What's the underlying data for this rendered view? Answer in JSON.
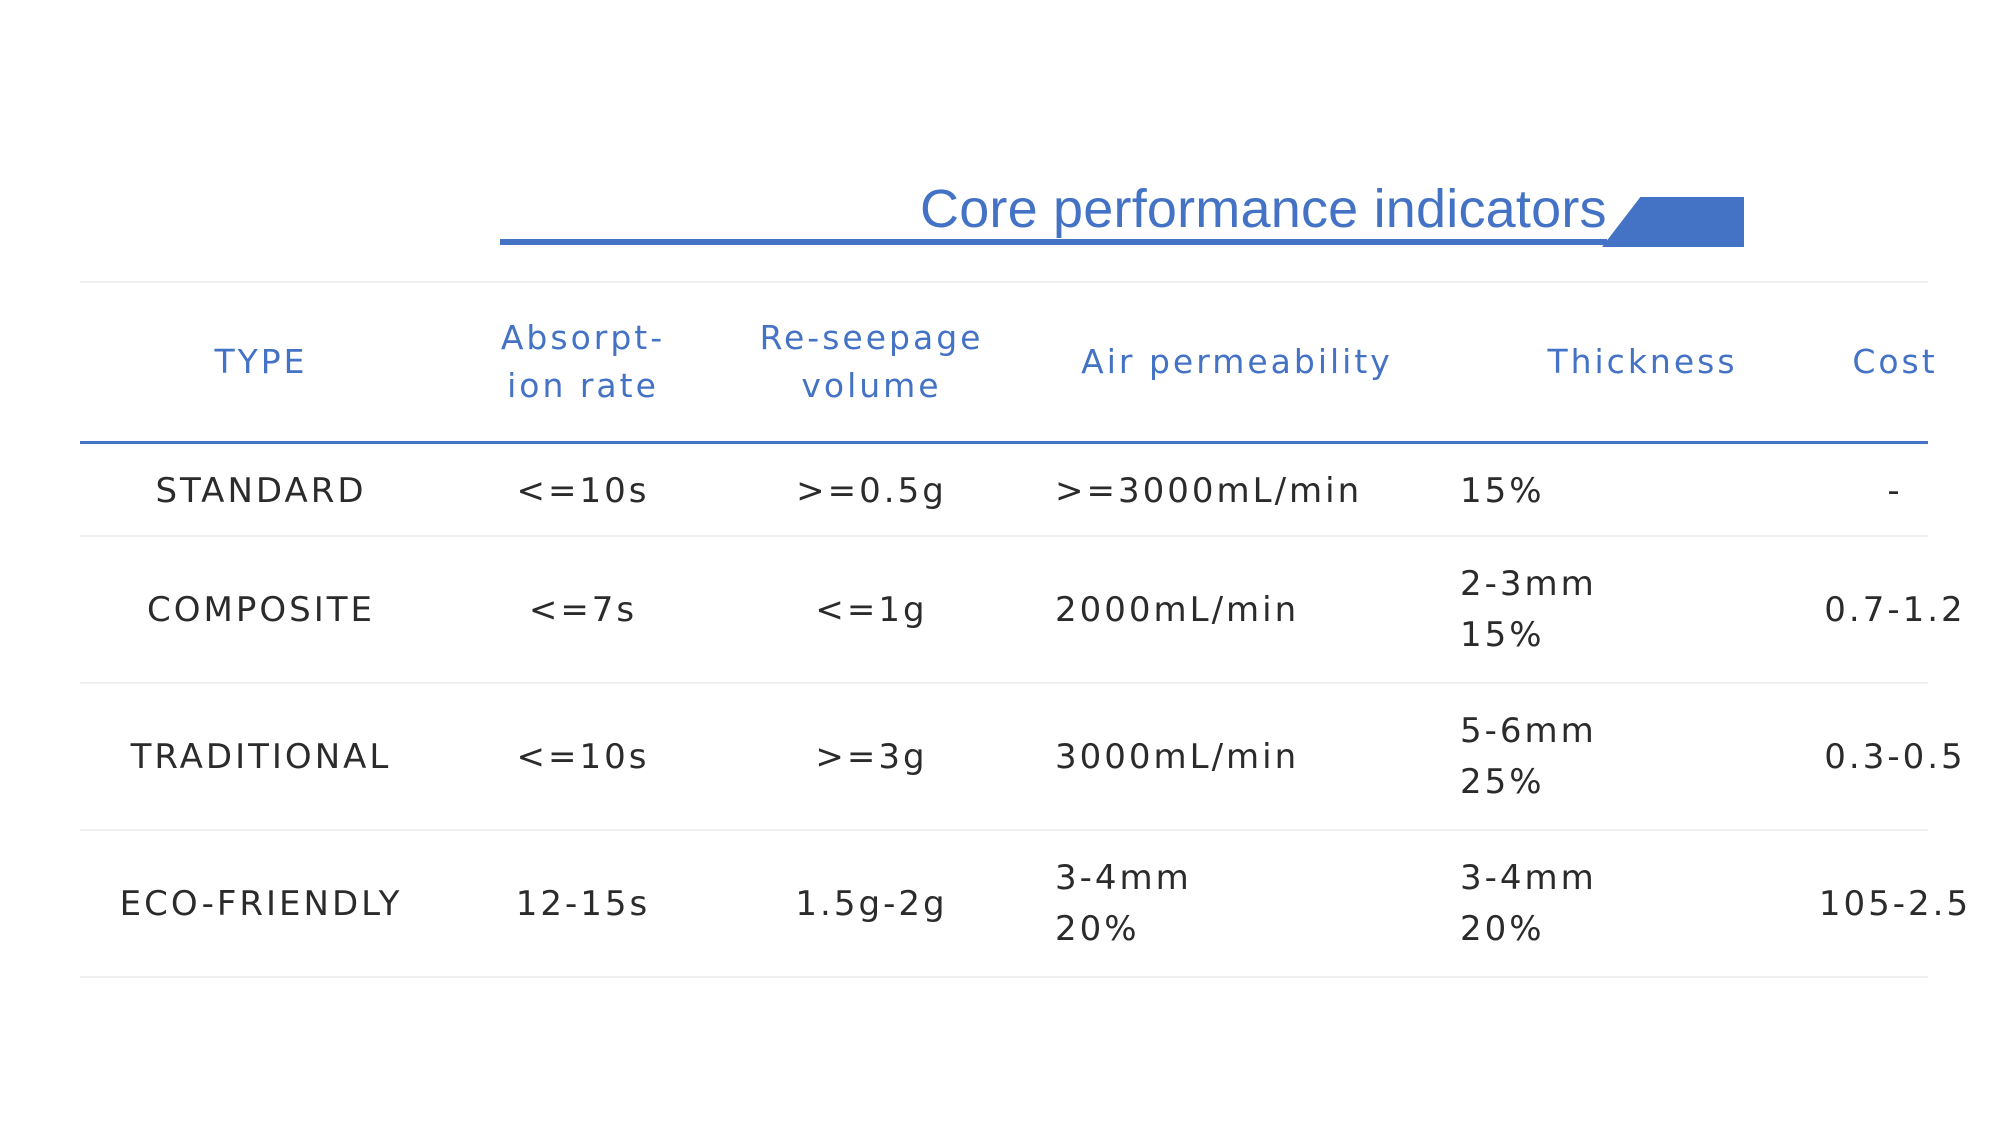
{
  "title": "Core performance indicators",
  "colors": {
    "accent": "#4472c4",
    "text": "#2b2b2b",
    "divider": "#f0f0f0"
  },
  "table": {
    "headers": [
      [
        "Absorpt-",
        "ion rate"
      ],
      [
        "Re-seepage",
        "volume"
      ]
    ],
    "header_type": "TYPE",
    "header_air": "Air permeability",
    "header_thickness": "Thickness",
    "header_cost": "Cost",
    "rows": [
      {
        "type": "STANDARD",
        "absorption": "<=10s",
        "reseepage": ">=0.5g",
        "air": ">=3000mL/min",
        "thickness": [
          "15%"
        ],
        "cost": "-"
      },
      {
        "type": "COMPOSITE",
        "absorption": "<=7s",
        "reseepage": "<=1g",
        "air": "2000mL/min",
        "thickness": [
          "2-3mm",
          "15%"
        ],
        "cost": "0.7-1.2"
      },
      {
        "type": "TRADITIONAL",
        "absorption": "<=10s",
        "reseepage": ">=3g",
        "air": "3000mL/min",
        "thickness": [
          "5-6mm",
          "25%"
        ],
        "cost": "0.3-0.5"
      },
      {
        "type": "ECO-FRIENDLY",
        "absorption": "12-15s",
        "reseepage": "1.5g-2g",
        "air": [
          "3-4mm",
          "20%"
        ],
        "thickness": [
          "3-4mm",
          "20%"
        ],
        "cost": "105-2.5"
      }
    ]
  }
}
